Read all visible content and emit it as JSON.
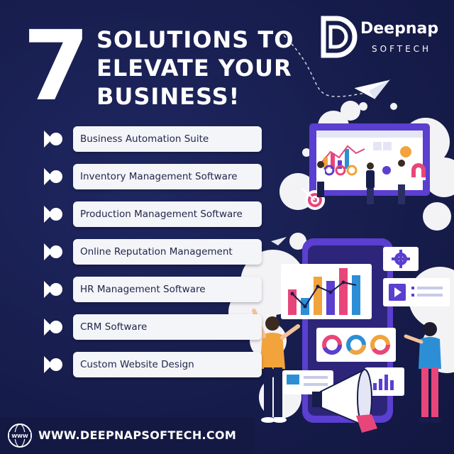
{
  "headline": {
    "number": "7",
    "lines": [
      "SOLUTIONS TO",
      "ELEVATE YOUR",
      "BUSINESS!"
    ]
  },
  "brand": {
    "name": "Deepnap",
    "sub": "SOFTECH"
  },
  "solutions": [
    "Business Automation Suite",
    "Inventory Management Software",
    "Production Management Software",
    "Online Reputation Management",
    "HR Management Software",
    "CRM Software",
    "Custom Website Design"
  ],
  "footer": {
    "url": "WWW.DEEPNAPSOFTECH.COM",
    "icon": "globe-icon",
    "icon_text": "WWW"
  },
  "colors": {
    "background": "#171d4c",
    "accent_purple": "#5a3fd0",
    "bullet": "#ffffff",
    "pill": "#f4f5f9",
    "text_dark": "#23264b"
  },
  "illustration": {
    "icons": [
      "paper-plane-icon",
      "dashboard-monitor-icon",
      "target-icon",
      "magnet-icon",
      "smartphone-icon",
      "gear-icon",
      "play-icon",
      "megaphone-icon",
      "bar-chart-icon",
      "donut-chart-icon"
    ]
  }
}
